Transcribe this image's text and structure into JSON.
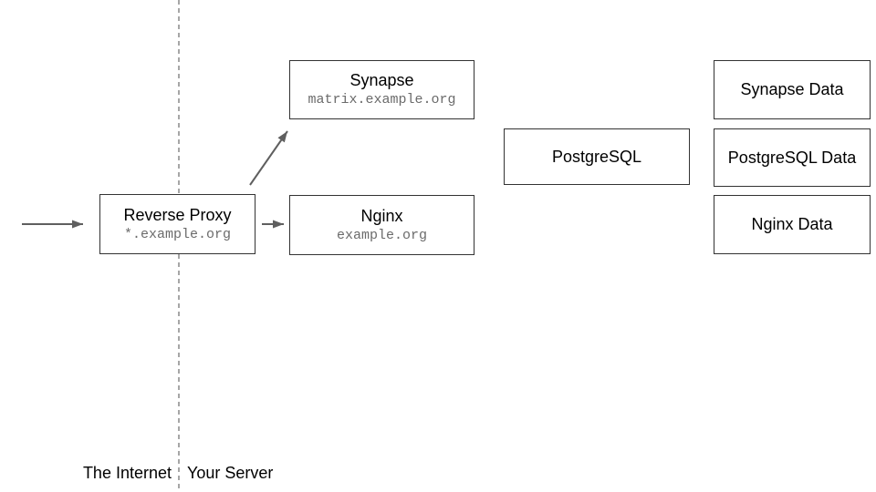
{
  "nodes": {
    "reverse_proxy": {
      "title": "Reverse Proxy",
      "subtitle": "*.example.org"
    },
    "synapse": {
      "title": "Synapse",
      "subtitle": "matrix.example.org"
    },
    "nginx": {
      "title": "Nginx",
      "subtitle": "example.org"
    },
    "postgresql": {
      "title": "PostgreSQL"
    },
    "synapse_data": {
      "title": "Synapse Data"
    },
    "postgresql_data": {
      "title": "PostgreSQL Data"
    },
    "nginx_data": {
      "title": "Nginx Data"
    }
  },
  "zones": {
    "left_label": "The Internet",
    "right_label": "Your Server"
  },
  "colors": {
    "background": "#ffffff",
    "box_border": "#333333",
    "title_text": "#000000",
    "mono_text": "#6b6b6b",
    "arrow": "#5f5f5f",
    "divider": "#888888"
  }
}
